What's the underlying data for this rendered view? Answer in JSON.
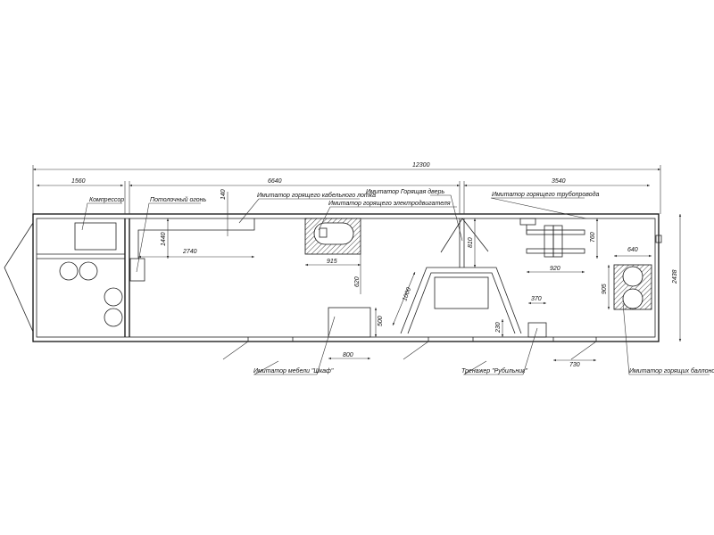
{
  "drawing": {
    "dimensions": {
      "total_length": "12300",
      "compressor_section": "1560",
      "middle_section": "6640",
      "rear_section": "3540",
      "cable_tray_gap": "140",
      "ceiling_fire_depth": "1440",
      "cable_tray_length": "2740",
      "motor_width": "915",
      "motor_offset": "620",
      "door_offset": "810",
      "pipeline_depth": "760",
      "pipeline_width": "920",
      "cylinders_width": "640",
      "cylinders_depth": "905",
      "total_width": "2438",
      "frame_side": "1000",
      "wardrobe_depth": "500",
      "wardrobe_width": "800",
      "switch_width": "370",
      "switch_depth": "230",
      "exit_width": "730"
    },
    "labels": {
      "compressor": "Компрессор",
      "ceiling_fire": "Потолочный огонь",
      "cable_tray": "Имитатор горящего кабельного лотка",
      "burning_door": "Имитатор Горящая дверь",
      "burning_motor": "Имитатор горящего электродвигателя",
      "burning_pipeline": "Имитатор горящего трубопровода",
      "wardrobe": "Имитатор мебели \"Шкаф\"",
      "switch_trainer": "Тренажер \"Рубильник\"",
      "burning_cylinders": "Имитатор горящих баллонов"
    }
  }
}
